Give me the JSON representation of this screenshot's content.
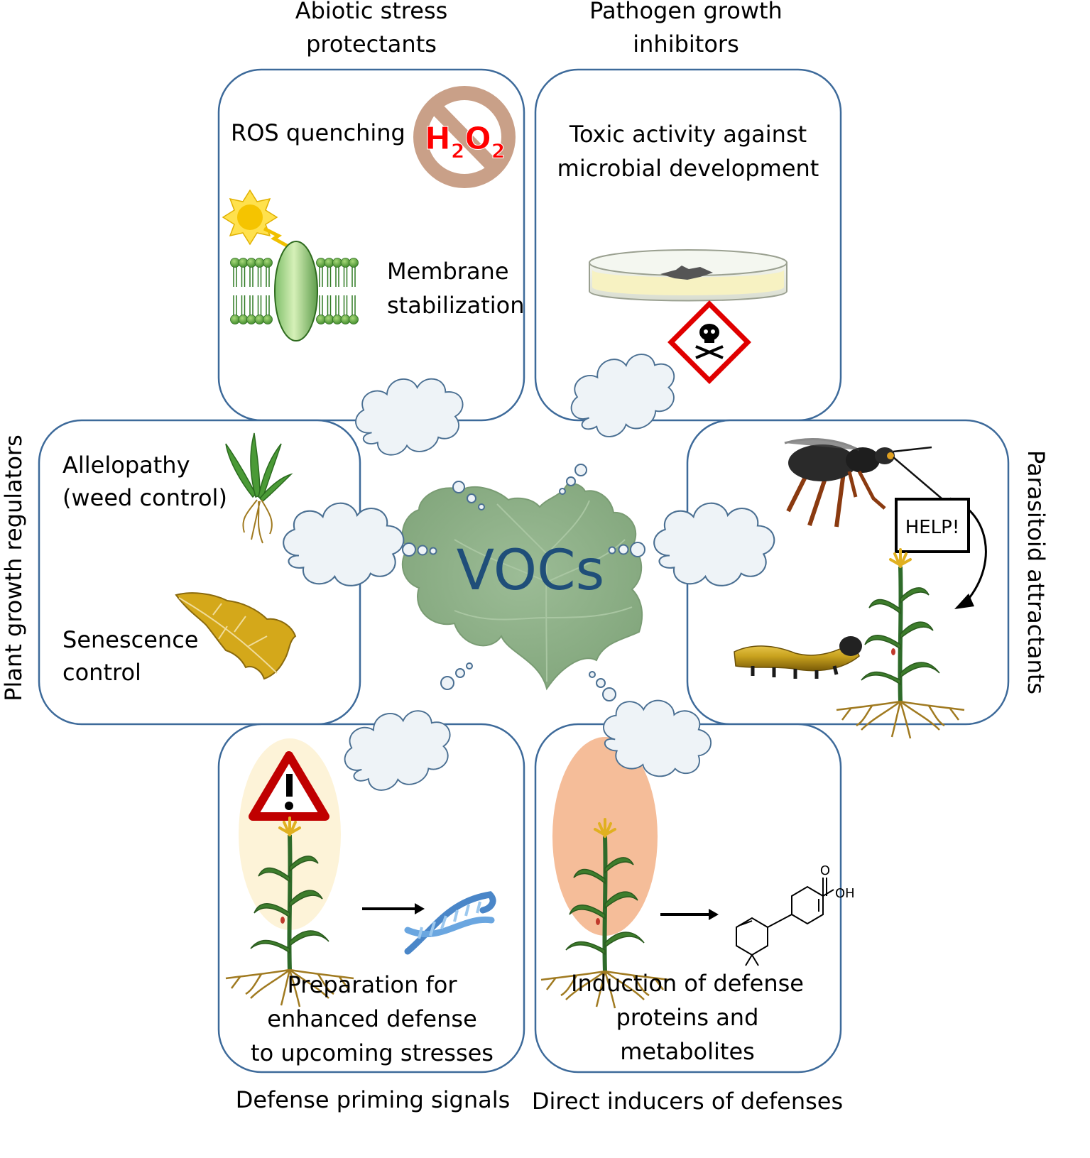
{
  "center_label": "VOCs",
  "panels": {
    "abiotic": {
      "heading": [
        "Abiotic stress",
        "protectants"
      ],
      "ros": "ROS quenching",
      "h2o2": {
        "h": "H",
        "sub2a": "2",
        "o": "O",
        "sub2b": "2"
      },
      "membrane": [
        "Membrane",
        "stabilization"
      ]
    },
    "pathogen": {
      "heading": [
        "Pathogen growth",
        "inhibitors"
      ],
      "toxic": [
        "Toxic activity against",
        "microbial development"
      ]
    },
    "growth": {
      "heading": "Plant growth regulators",
      "allelopathy": [
        "Allelopathy",
        "(weed control)"
      ],
      "senescence": [
        "Senescence",
        "control"
      ]
    },
    "parasitoid": {
      "heading": "Parasitoid attractants",
      "help": "HELP!"
    },
    "priming": {
      "heading": "Defense priming signals",
      "body": [
        "Preparation for",
        "enhanced defense",
        "to upcoming stresses"
      ]
    },
    "direct": {
      "heading": "Direct inducers of defenses",
      "body": [
        "Induction of defense",
        "proteins and",
        "metabolites"
      ],
      "molecule": {
        "o": "O",
        "oh": "OH"
      }
    }
  },
  "colors": {
    "panel_border": "#3d6a9a",
    "center_text": "#1f4e79",
    "leaf": "#8fb08a",
    "cloud_fill": "#eef3f7",
    "cloud_stroke": "#4a6f92",
    "warning_red": "#c00000",
    "h2o2_red": "#ff0000",
    "no_sign": "#c9a088",
    "plant_green": "#2e6b2a",
    "root_brown": "#a07a20"
  },
  "icons": [
    "no-h2o2-icon",
    "sun-icon",
    "membrane-icon",
    "petri-dish-icon",
    "skull-hazard-icon",
    "weed-icon",
    "dry-leaf-icon",
    "wasp-icon",
    "caterpillar-icon",
    "maize-plant-icon",
    "warning-triangle-icon",
    "dna-icon",
    "arrow-icon",
    "molecule-icon"
  ]
}
